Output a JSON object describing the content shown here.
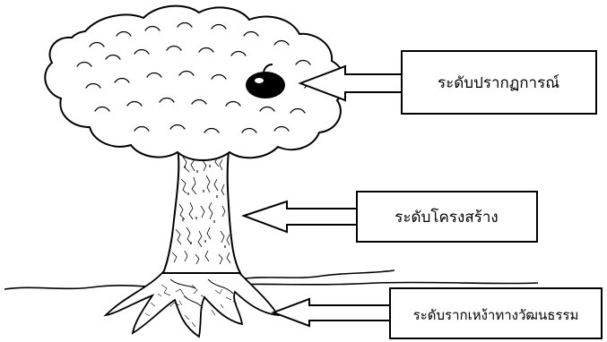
{
  "labels": {
    "phenomenon": "ระดับปรากฏการณ์",
    "structure": "ระดับโครงสร้าง",
    "roots": "ระดับรากเหง้าทางวัฒนธรรม"
  },
  "colors": {
    "ink": "#000000",
    "paper": "#ffffff"
  }
}
